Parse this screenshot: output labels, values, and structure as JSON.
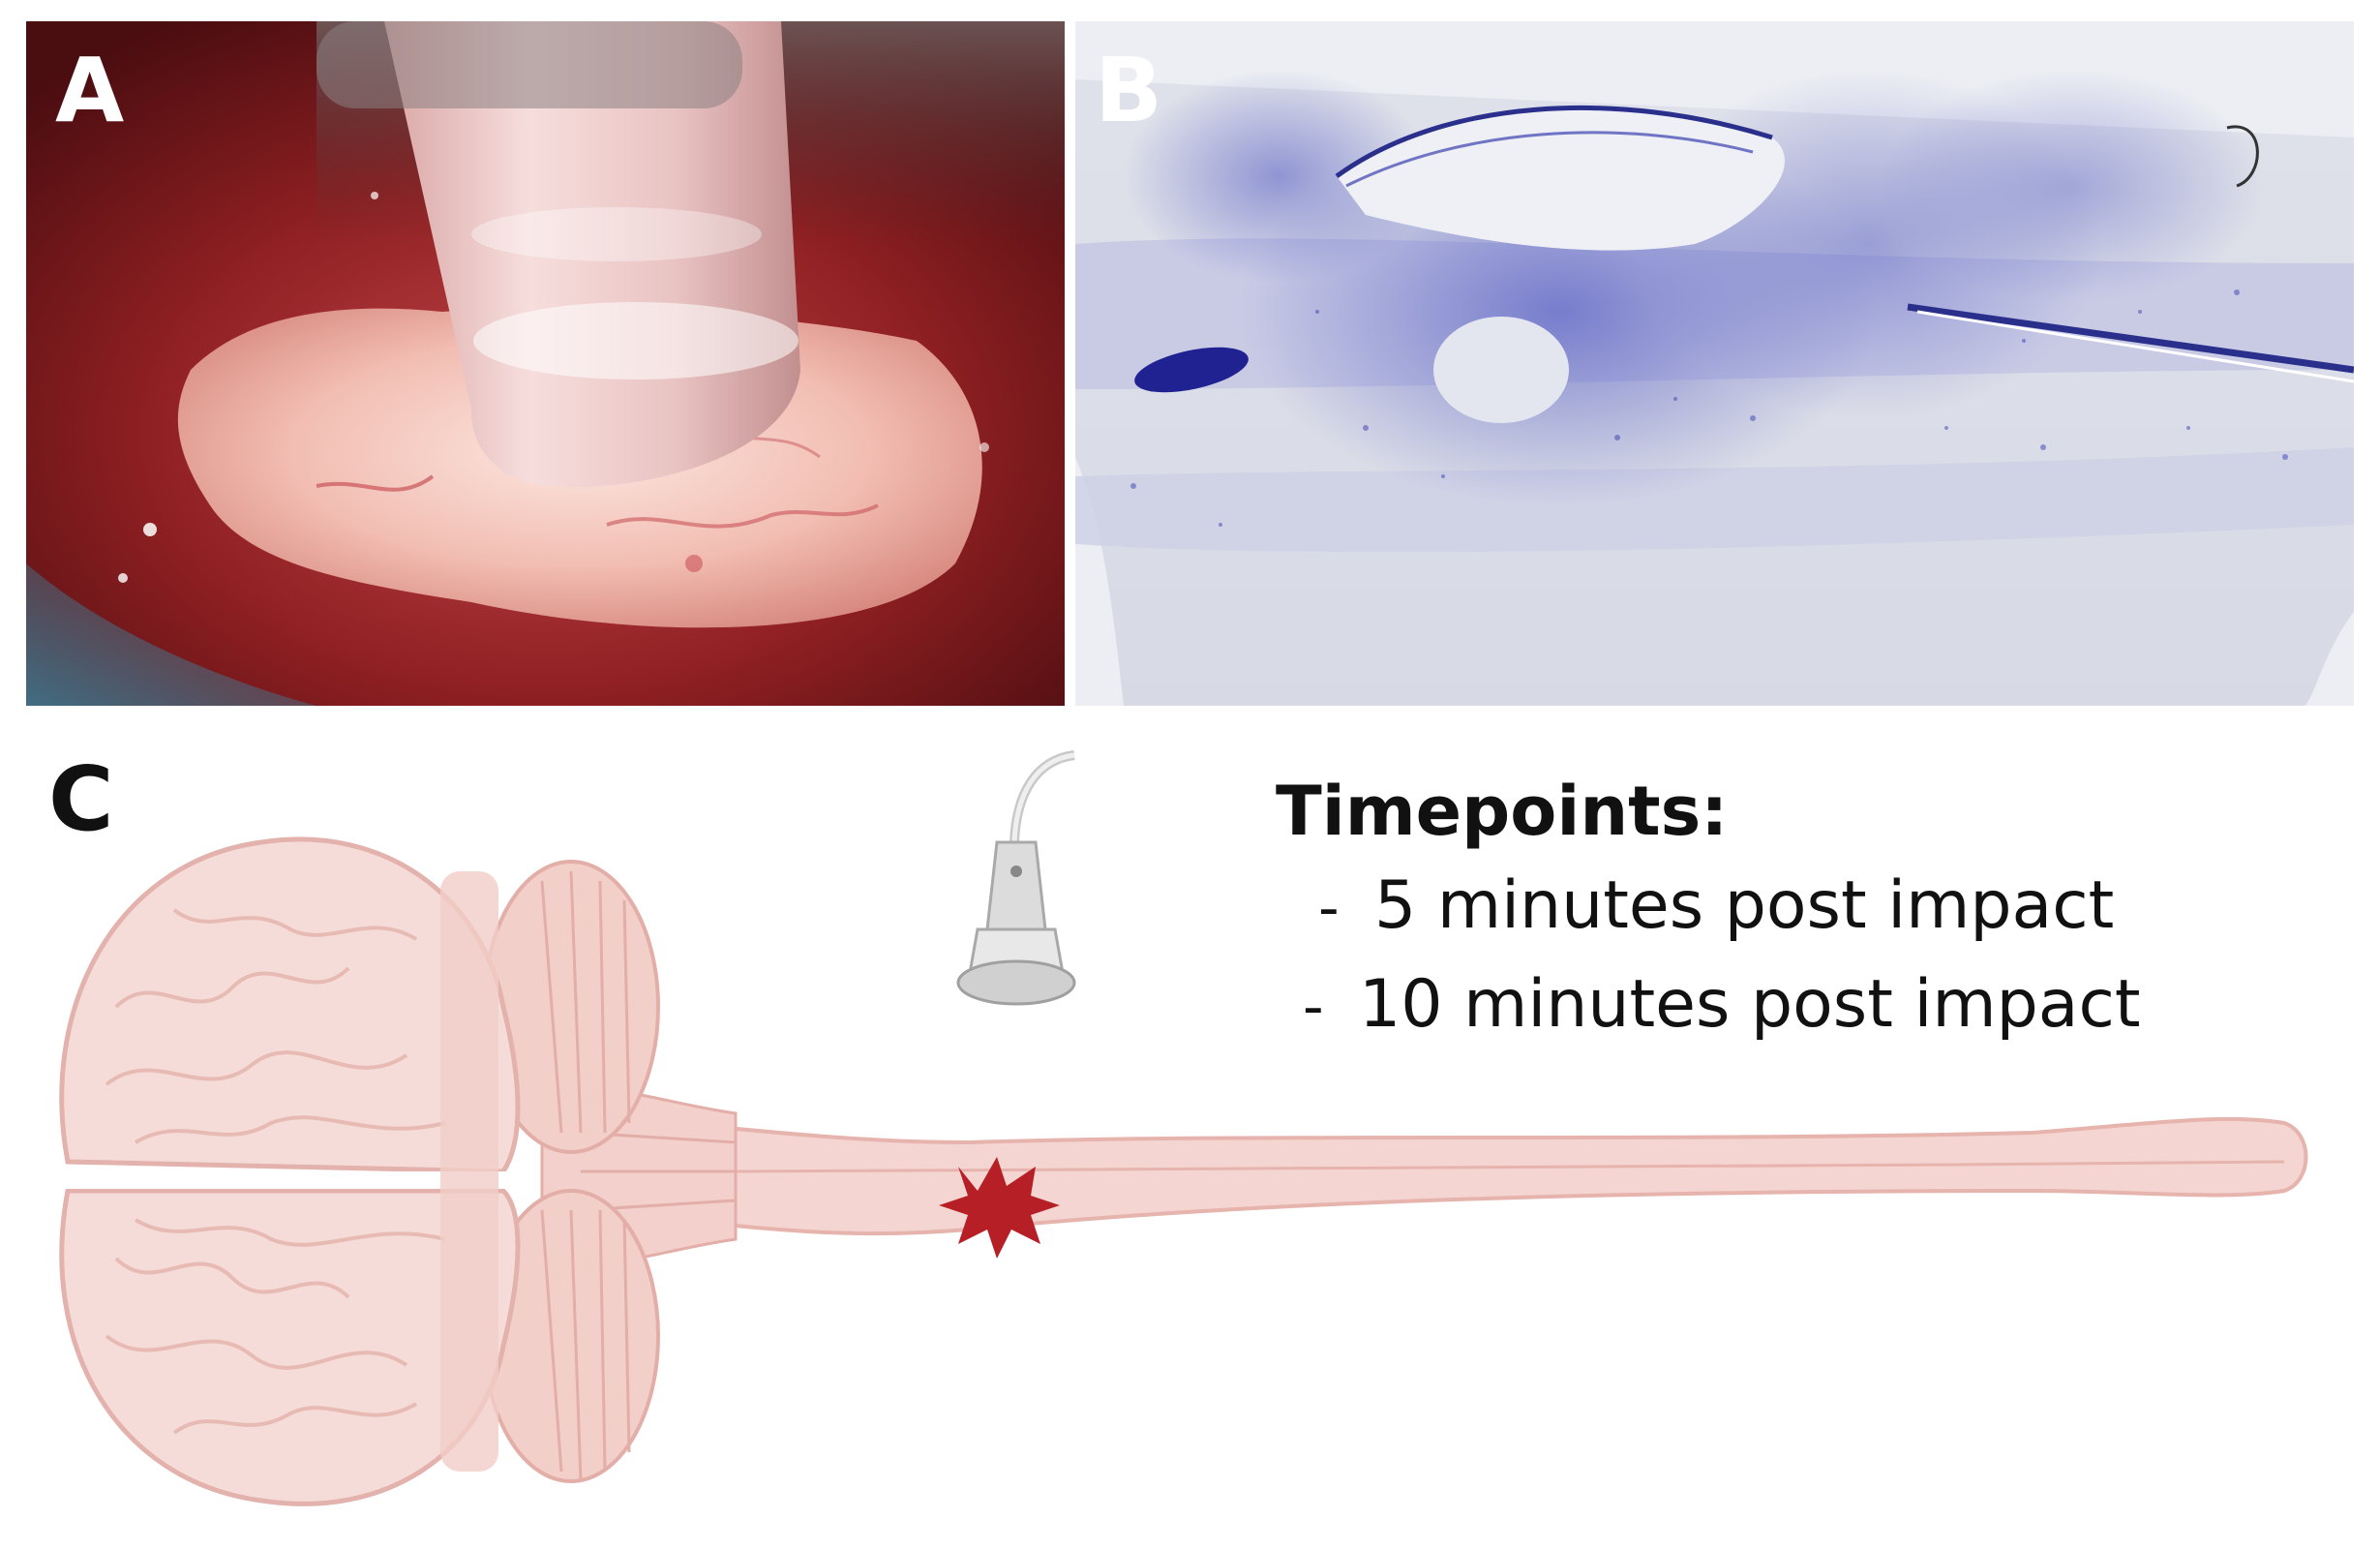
{
  "panels": {
    "a": {
      "letter": "A"
    },
    "b": {
      "letter": "B"
    },
    "c": {
      "letter": "C",
      "timepoints_title": "Timepoints:",
      "timepoints": [
        {
          "dash": "-",
          "text": "5 minutes post impact"
        },
        {
          "dash": "-",
          "text": "10 minutes post impact"
        }
      ]
    }
  },
  "colors": {
    "panel_a_tissue": "#9a2a2c",
    "panel_b_stain": "#3b3fb0",
    "brain_fill": "#f6dcd8",
    "brain_outline": "#e3b2ac",
    "injury_marker": "#b51f25",
    "label_text": "#111111"
  },
  "icons": [
    "impactor-probe",
    "ultrasound-probe-icon",
    "injury-burst-icon",
    "brain",
    "spinal-cord"
  ]
}
